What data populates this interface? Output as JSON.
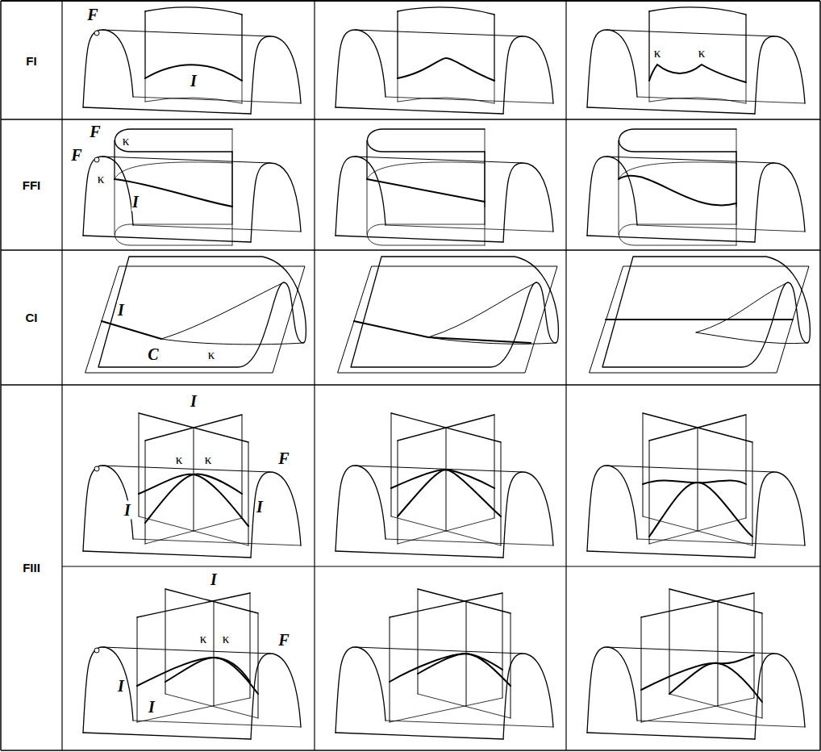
{
  "diagram": {
    "labels": [
      "FI",
      "F",
      "I",
      "κ",
      "κ",
      "FFI",
      "F",
      "κ",
      "F",
      "κ",
      "I",
      "CI",
      "I",
      "C",
      "κ",
      "FIII",
      "I",
      "κ",
      "κ",
      "F",
      "I",
      "I",
      "I",
      "κ",
      "κ",
      "F",
      "I",
      "I"
    ]
  }
}
